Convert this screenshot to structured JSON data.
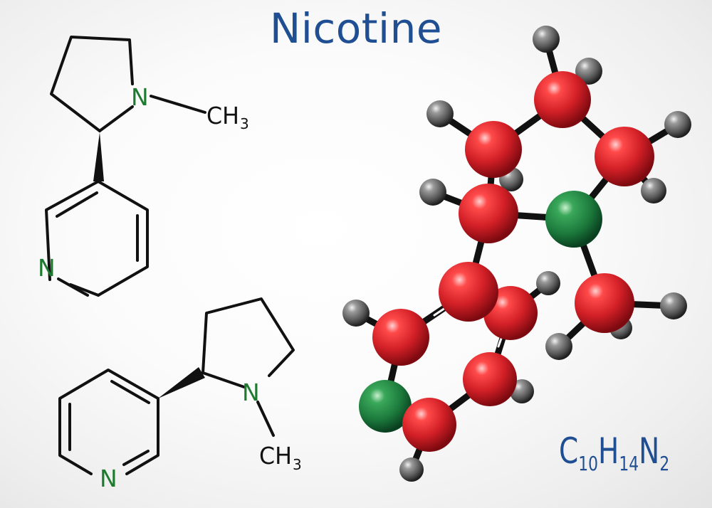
{
  "title": "Nicotine",
  "formula": {
    "c": "C",
    "c_count": "10",
    "h": "H",
    "h_count": "14",
    "n": "N",
    "n_count": "2"
  },
  "structure_top": {
    "ring_n": "N",
    "pyridine_n": "N",
    "methyl": "CH",
    "methyl_sub": "3"
  },
  "structure_bottom": {
    "ring_n": "N",
    "pyridine_n": "N",
    "methyl": "CH",
    "methyl_sub": "3"
  },
  "colors": {
    "title": "#1f4f92",
    "nitrogen_label": "#1e7a2f",
    "bond": "#111111",
    "carbon_atom": "#d4232b",
    "nitrogen_atom": "#1e7a3e",
    "hydrogen_atom": "#5a5a5a"
  }
}
